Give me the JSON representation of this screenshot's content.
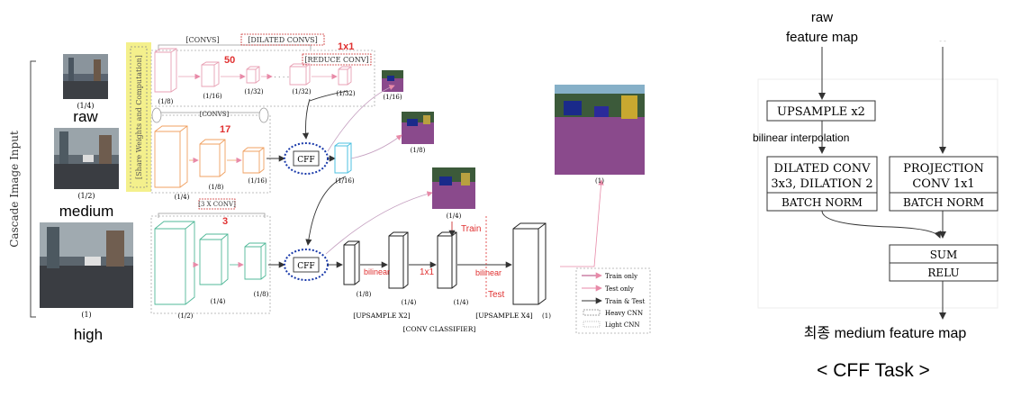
{
  "left": {
    "side_label": "Cascade Image Input",
    "share_label": "[Share Weights and Computation]",
    "inputs": [
      {
        "scale": "(1/4)",
        "name": "raw"
      },
      {
        "scale": "(1/2)",
        "name": "medium"
      },
      {
        "scale": "(1)",
        "name": "high"
      }
    ],
    "top_row": {
      "convs": "[CONVS]",
      "dilated": "[DILATED CONVS]",
      "reduce": "[REDUCE CONV]",
      "num_50": "50",
      "num_1x1": "1x1",
      "dots": "· · · ·",
      "scales": [
        "(1/8)",
        "(1/16)",
        "(1/32)",
        "(1/32)",
        "(1/32)"
      ],
      "out_scale": "(1/16)"
    },
    "mid_row": {
      "convs": "[CONVS]",
      "num": "17",
      "scales": [
        "(1/4)",
        "(1/8)",
        "(1/16)"
      ],
      "cff": "CFF",
      "out_scale": "(1/16)",
      "seg_scale": "(1/8)"
    },
    "bottom_row": {
      "conv": "[3 X CONV]",
      "num": "3",
      "scales": [
        "(1/2)",
        "(1/4)",
        "(1/8)"
      ],
      "cff": "CFF",
      "seg_scale": "(1/4)",
      "cls_scales": [
        "(1/8)",
        "(1/4)",
        "(1/4)",
        "(1)"
      ],
      "bilinear_a": "bilinear",
      "conv_1x1": "1x1",
      "bilinear_b": "bilinear",
      "train": "Train",
      "test": "Test",
      "upsample_x2": "[UPSAMPLE X2]",
      "upsample_x4": "[UPSAMPLE X4]",
      "classifier": "[CONV CLASSIFIER]"
    },
    "final_scale": "(1)",
    "legend": [
      {
        "label": "Train only",
        "color": "#b0417a"
      },
      {
        "label": "Test only",
        "color": "#e88aa8"
      },
      {
        "label": "Train & Test",
        "color": "#333333"
      },
      {
        "label": "Heavy CNN",
        "color": "#888888"
      },
      {
        "label": "Light CNN",
        "color": "#aaaaaa"
      }
    ]
  },
  "right": {
    "input_a": [
      "raw",
      "feature map"
    ],
    "input_b": "- -",
    "upsample": "UPSAMPLE x2",
    "interp": "bilinear  interpolation",
    "dilated": [
      "DILATED CONV",
      "3x3, DILATION 2"
    ],
    "projection": [
      "PROJECTION",
      "CONV 1x1"
    ],
    "batch_norm": "BATCH NORM",
    "sum": "SUM",
    "relu": "RELU",
    "output": "최종 medium feature map",
    "caption": "< CFF Task >"
  }
}
